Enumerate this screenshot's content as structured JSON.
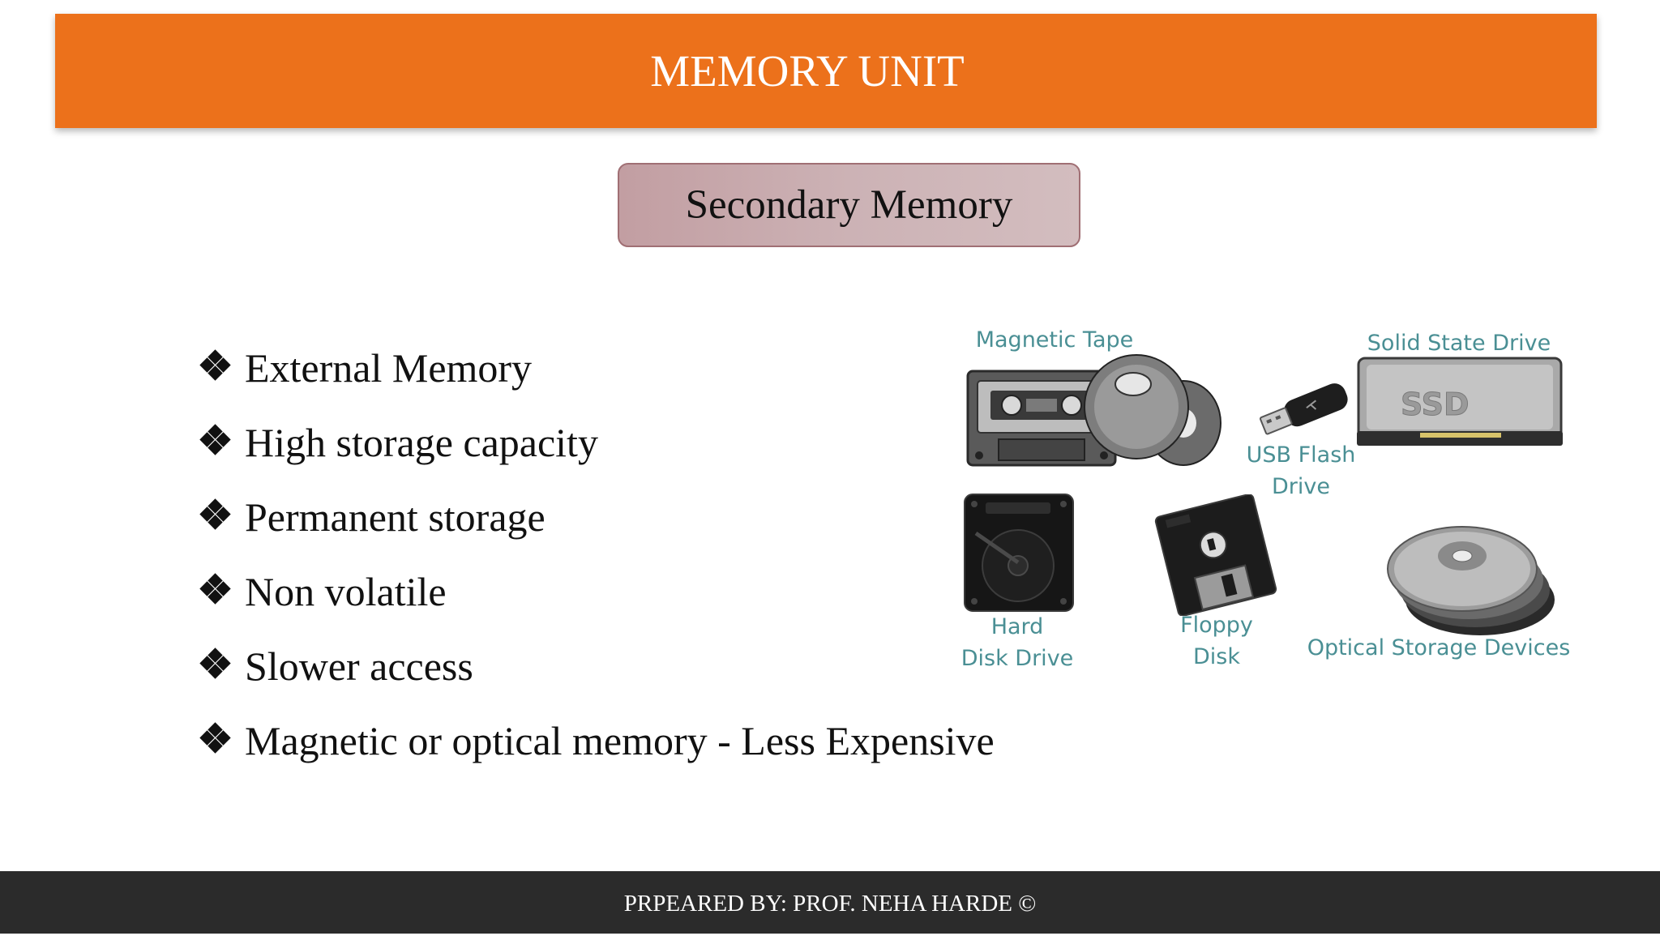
{
  "slide": {
    "title": "MEMORY UNIT",
    "subtitle": "Secondary Memory",
    "bullets": [
      "External Memory",
      "High storage capacity",
      "Permanent storage",
      "Non volatile",
      "Slower access",
      "Magnetic or optical memory - Less Expensive"
    ]
  },
  "devices": {
    "magnetic_tape": "Magnetic Tape",
    "solid_state_drive": "Solid State Drive",
    "ssd_logo": "SSD",
    "usb_flash_line1": "USB Flash",
    "usb_flash_line2": "Drive",
    "hard_disk_line1": "Hard",
    "hard_disk_line2": "Disk Drive",
    "floppy_line1": "Floppy",
    "floppy_line2": "Disk",
    "optical": "Optical Storage Devices"
  },
  "footer": {
    "credit": "PRPEARED BY: PROF. NEHA HARDE ©"
  },
  "colors": {
    "title_bar": "#ec711b",
    "subtitle_box": "#c9a9ac",
    "device_label": "#4a8f94",
    "footer_bar": "#2b2b2b"
  }
}
